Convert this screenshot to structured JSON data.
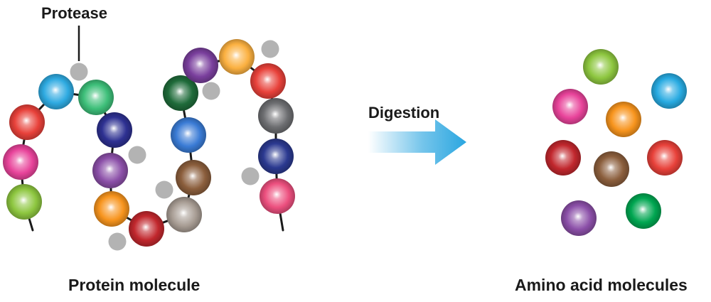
{
  "labels": {
    "protease": "Protease",
    "digestion": "Digestion",
    "protein_molecule": "Protein molecule",
    "amino_acid_molecules": "Amino acid molecules"
  },
  "colors": {
    "chain_line": "#1a1a1a",
    "arrow_start": "#ffffff",
    "arrow_end": "#2aa6e0",
    "protease_sphere": "#b3b3b3",
    "red": "#e8413a",
    "pink": "#e8439a",
    "lime_green": "#8dc63f",
    "sky_blue": "#2eaae1",
    "mint_green": "#3dbf79",
    "navy_blue": "#2e3192",
    "purple": "#8b4fa8",
    "orange": "#f7941d",
    "crimson": "#c1272d",
    "taupe": "#a79c93",
    "brown": "#8b5e3c",
    "royal_blue": "#3a7bd5",
    "dark_green": "#1f6b3a",
    "violet": "#7a3f9d",
    "light_orange": "#fbb040",
    "gray": "#6d6e71",
    "dark_blue": "#2b3990",
    "rose": "#ec4f7e",
    "cyan": "#27aae1",
    "green": "#00a651"
  },
  "protein_chain": [
    "lime_green",
    "pink",
    "red",
    "sky_blue",
    "mint_green",
    "navy_blue",
    "purple",
    "orange",
    "crimson",
    "taupe",
    "brown",
    "royal_blue",
    "dark_green",
    "violet",
    "light_orange",
    "red",
    "gray",
    "dark_blue",
    "rose"
  ],
  "protease_count": 7,
  "amino_acids": [
    "lime_green",
    "pink",
    "orange",
    "cyan",
    "crimson",
    "brown",
    "red",
    "purple",
    "green"
  ]
}
